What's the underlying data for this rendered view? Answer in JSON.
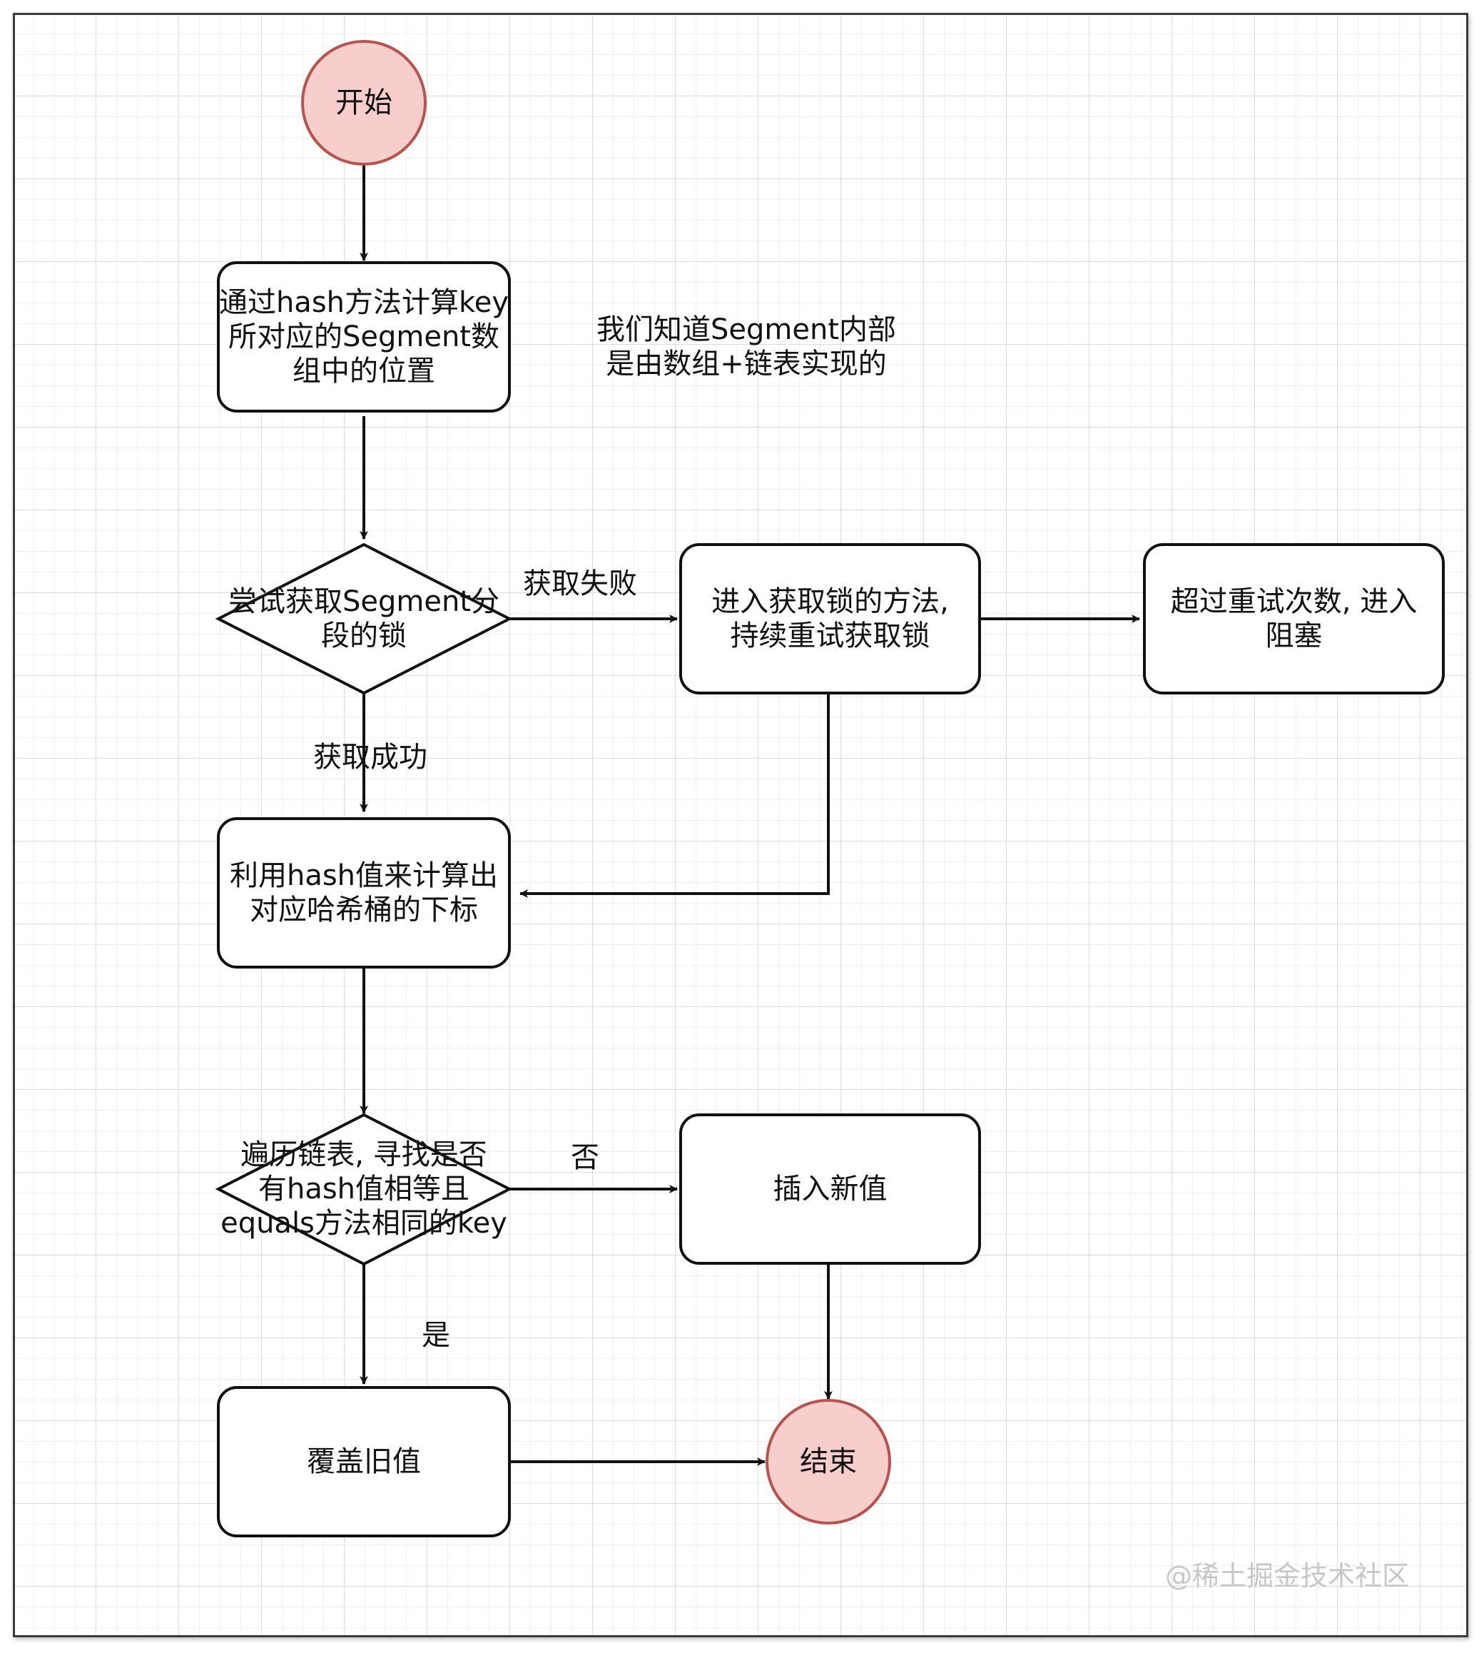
{
  "nodes": {
    "start": {
      "shape": "ellipse",
      "label": "开始",
      "fill": "#f8cecc",
      "stroke": "#b85450"
    },
    "compute_segment": {
      "shape": "rounded-rect",
      "label": "通过hash方法计算key\n所对应的Segment数\n组中的位置"
    },
    "try_lock": {
      "shape": "diamond",
      "label": "尝试获取Segment分\n段的锁"
    },
    "retry_lock": {
      "shape": "rounded-rect",
      "label": "进入获取锁的方法,\n持续重试获取锁"
    },
    "block": {
      "shape": "rounded-rect",
      "label": "超过重试次数, 进入\n阻塞"
    },
    "compute_bucket": {
      "shape": "rounded-rect",
      "label": "利用hash值来计算出\n对应哈希桶的下标"
    },
    "find_key": {
      "shape": "diamond",
      "label": "遍历链表, 寻找是否\n有hash值相等且\nequals方法相同的key"
    },
    "insert_new": {
      "shape": "rounded-rect",
      "label": "插入新值"
    },
    "overwrite_old": {
      "shape": "rounded-rect",
      "label": "覆盖旧值"
    },
    "end": {
      "shape": "ellipse",
      "label": "结束",
      "fill": "#f8cecc",
      "stroke": "#b85450"
    }
  },
  "annotation": "我们知道Segment内部\n是由数组+链表实现的",
  "edges": [
    {
      "from": "start",
      "to": "compute_segment",
      "label": ""
    },
    {
      "from": "compute_segment",
      "to": "try_lock",
      "label": ""
    },
    {
      "from": "try_lock",
      "to": "retry_lock",
      "label": "获取失败"
    },
    {
      "from": "retry_lock",
      "to": "block",
      "label": ""
    },
    {
      "from": "try_lock",
      "to": "compute_bucket",
      "label": "获取成功"
    },
    {
      "from": "retry_lock",
      "to": "compute_bucket",
      "label": ""
    },
    {
      "from": "compute_bucket",
      "to": "find_key",
      "label": ""
    },
    {
      "from": "find_key",
      "to": "insert_new",
      "label": "否"
    },
    {
      "from": "find_key",
      "to": "overwrite_old",
      "label": "是"
    },
    {
      "from": "insert_new",
      "to": "end",
      "label": ""
    },
    {
      "from": "overwrite_old",
      "to": "end",
      "label": ""
    }
  ],
  "watermark": "@稀土掘金技术社区",
  "colors": {
    "line": "#111111",
    "terminal_fill": "#f8cecc",
    "terminal_stroke": "#b85450",
    "grid": "#dcdcdc"
  }
}
